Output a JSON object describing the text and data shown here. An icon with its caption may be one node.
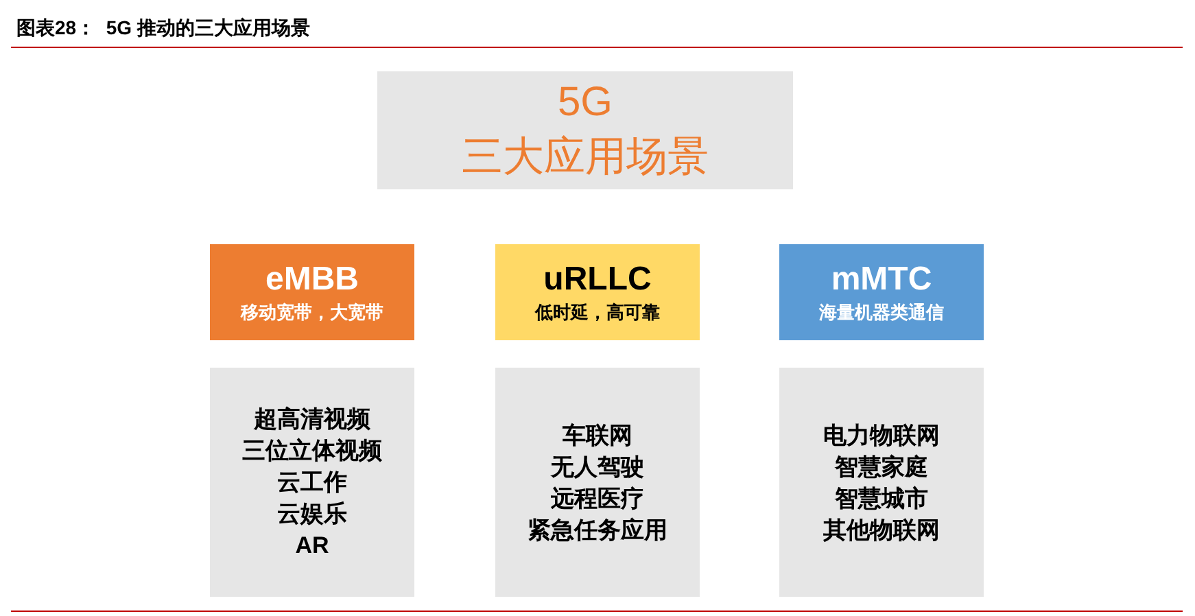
{
  "diagram": {
    "title": "图表28：  5G 推动的三大应用场景",
    "nodes": [
      {
        "text": [
          "5G",
          "三大应用场景"
        ]
      },
      {
        "text": [
          "eMBB",
          "移动宽带，大宽带"
        ]
      },
      {
        "text": [
          "uRLLC",
          "低时延，高可靠"
        ]
      },
      {
        "text": [
          "mMTC",
          "海量机器类通信"
        ]
      },
      {
        "text": [
          "超高清视频",
          "三位立体视频",
          "云工作",
          "云娱乐",
          "AR"
        ]
      },
      {
        "text": [
          "车联网",
          "无人驾驶",
          "远程医疗",
          "紧急任务应用"
        ]
      },
      {
        "text": [
          "电力物联网",
          "智慧家庭",
          "智慧城市",
          "其他物联网"
        ]
      }
    ]
  }
}
